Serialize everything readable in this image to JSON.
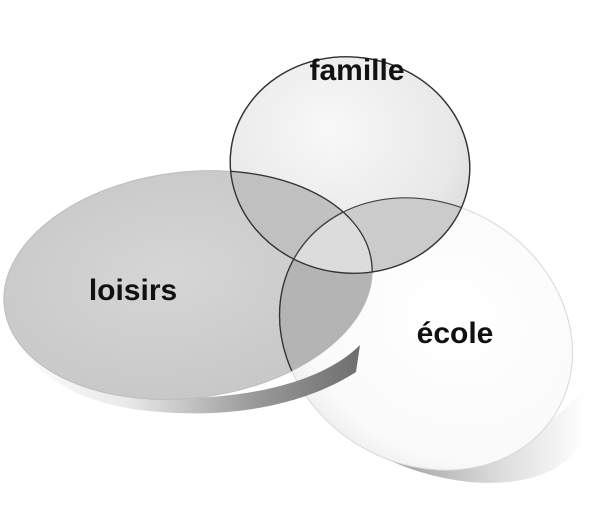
{
  "diagram": {
    "type": "venn",
    "sets": [
      {
        "id": "famille",
        "label": "famille"
      },
      {
        "id": "loisirs",
        "label": "loisirs"
      },
      {
        "id": "ecole",
        "label": "école"
      }
    ]
  },
  "colors": {
    "background": "#ffffff",
    "disc_gray": "#cfcfcf",
    "disc_white": "#fbfbfb",
    "overlap": "#b5b5b5",
    "center": "#d9d9d9",
    "outline": "#444444",
    "text": "#111111"
  }
}
